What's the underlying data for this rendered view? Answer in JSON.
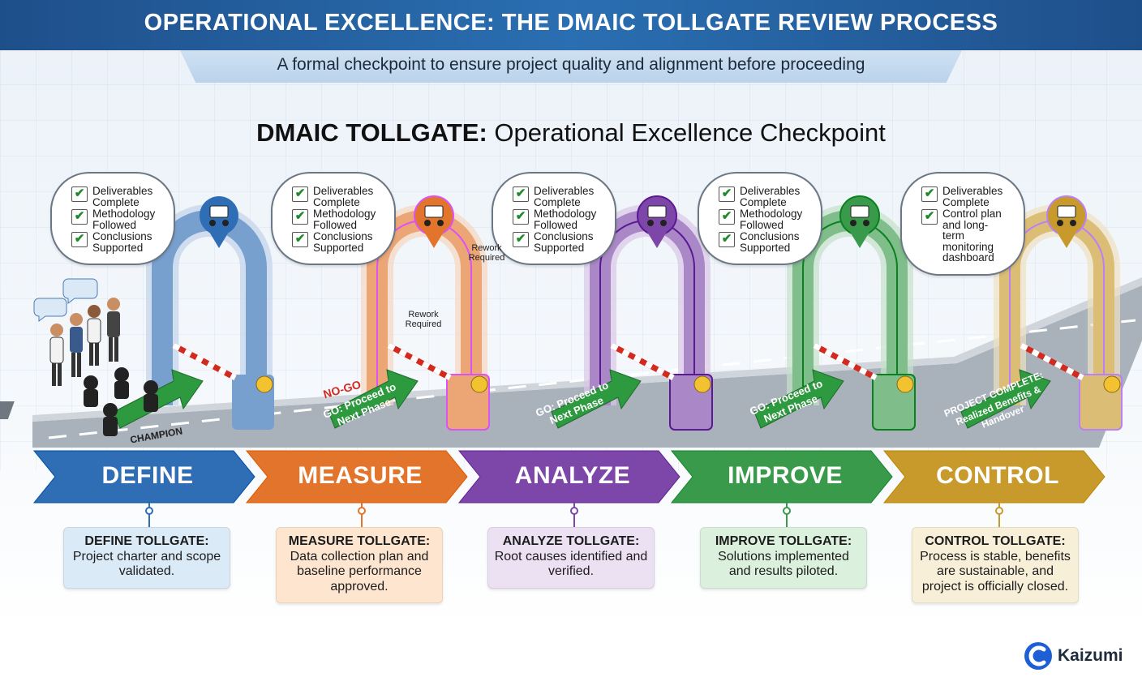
{
  "header": {
    "title": "OPERATIONAL EXCELLENCE: THE DMAIC TOLLGATE REVIEW PROCESS",
    "subtitle": "A formal checkpoint to ensure project quality and alignment before proceeding"
  },
  "main_title": {
    "bold": "DMAIC TOLLGATE:",
    "rest": " Operational Excellence Checkpoint"
  },
  "phases": [
    {
      "name": "DEFINE",
      "color": "#2f6db5",
      "checklist": [
        "Deliverables Complete",
        "Methodology Followed",
        "Conclusions Supported"
      ],
      "tollgate_title": "DEFINE TOLLGATE:",
      "tollgate_text": "Project charter and scope validated.",
      "box_color": "#dbeaf7"
    },
    {
      "name": "MEASURE",
      "color": "#e2752b",
      "checklist": [
        "Deliverables Complete",
        "Methodology Followed",
        "Conclusions Supported"
      ],
      "tollgate_title": "MEASURE TOLLGATE:",
      "tollgate_text": "Data collection plan and baseline performance approved.",
      "box_color": "#fde5cf"
    },
    {
      "name": "ANALYZE",
      "color": "#7c47a8",
      "checklist": [
        "Deliverables Complete",
        "Methodology Followed",
        "Conclusions Supported"
      ],
      "tollgate_title": "ANALYZE TOLLGATE:",
      "tollgate_text": "Root causes identified and verified.",
      "box_color": "#ece0f3"
    },
    {
      "name": "IMPROVE",
      "color": "#3a9a4b",
      "checklist": [
        "Deliverables Complete",
        "Methodology Followed",
        "Conclusions Supported"
      ],
      "tollgate_title": "IMPROVE TOLLGATE:",
      "tollgate_text": "Solutions implemented and results piloted.",
      "box_color": "#dcf0de"
    },
    {
      "name": "CONTROL",
      "color": "#c89a2c",
      "checklist": [
        "Deliverables Complete",
        "Control plan and long-term monitoring dashboard"
      ],
      "tollgate_title": "CONTROL TOLLGATE:",
      "tollgate_text": "Process is stable, benefits are sustainable, and project is officially closed.",
      "box_color": "#f7efd8"
    }
  ],
  "road_labels": {
    "champion": "CHAMPION",
    "no_go": "NO-GO",
    "rework": "Rework Required",
    "go_next": "GO: Proceed to Next Phase",
    "project_complete": "PROJECT COMPLETE: Realized Benefits & Handover"
  },
  "brand": {
    "name": "Kaizumi",
    "color": "#1f5fd6"
  }
}
